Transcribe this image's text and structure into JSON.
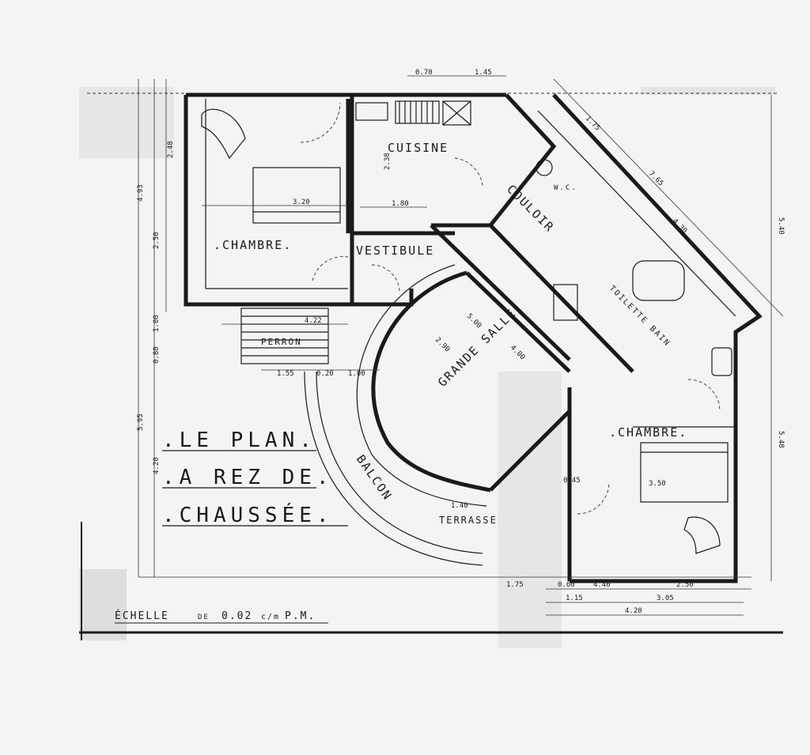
{
  "title": {
    "line1": ".LE PLAN.",
    "line2": ".A REZ DE.",
    "line3": ".CHAUSSÉE."
  },
  "rooms": {
    "chambre_left": ".CHAMBRE.",
    "cuisine": "CUISINE",
    "vestibule": "VESTIBULE",
    "couloir": "COULOIR",
    "grande_salle": "GRANDE SALLE",
    "perron": "PERRON",
    "balcon": "BALCON",
    "terrasse": "TERRASSE",
    "chambre_right": ".CHAMBRE.",
    "toilette_bain": "TOILETTE BAIN",
    "w_c": "W.C."
  },
  "scale": {
    "label": "ÉCHELLE",
    "de": "DE",
    "value": "0.02",
    "unit": "c/m",
    "pm": "P.M."
  },
  "dimensions": {
    "top_0_70": "0.70",
    "top_1_45": "1.45",
    "d_1_75": "1.75",
    "d_7_65": "7.65",
    "d_4_30": "4.30",
    "d_5_40": "5.40",
    "d_2_48": "2.48",
    "d_4_93": "4.93",
    "d_2_50_left": "2.50",
    "d_1_00": "1.00",
    "d_0_80": "0.80",
    "d_5_95": "5.95",
    "d_4_20_left": "4.20",
    "d_3_20": "3.20",
    "d_1_80": "1.80",
    "d_2_38": "2.38",
    "d_4_22": "4.22",
    "d_1_55": "1.55",
    "d_0_20": "0.20",
    "d_1_00b": "1.00",
    "d_5_00": "5.00",
    "d_4_00": "4.00",
    "d_2_90": "2.90",
    "d_5_48": "5.48",
    "d_3_50": "3.50",
    "d_0_45": "0.45",
    "d_1_40": "1.40",
    "b_1_75": "1.75",
    "b_0_60": "0.60",
    "b_4_40": "4.40",
    "b_2_50": "2.50",
    "b_1_15": "1.15",
    "b_3_05": "3.05",
    "b_4_20": "4.20"
  }
}
